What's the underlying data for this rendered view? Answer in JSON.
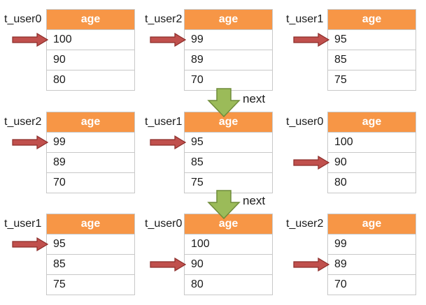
{
  "header": "age",
  "next_label": "next",
  "colors": {
    "header": "#f79646",
    "arrow_fill": "#c0504d",
    "arrow_stroke": "#8c2d2a",
    "down_fill": "#9bbb59",
    "down_stroke": "#6f8c3a"
  },
  "rows": [
    {
      "panels": [
        {
          "label": "t_user0",
          "values": [
            "100",
            "90",
            "80"
          ],
          "pointer": 0
        },
        {
          "label": "t_user2",
          "values": [
            "99",
            "89",
            "70"
          ],
          "pointer": 0
        },
        {
          "label": "t_user1",
          "values": [
            "95",
            "85",
            "75"
          ],
          "pointer": 0
        }
      ]
    },
    {
      "panels": [
        {
          "label": "t_user2",
          "values": [
            "99",
            "89",
            "70"
          ],
          "pointer": 0
        },
        {
          "label": "t_user1",
          "values": [
            "95",
            "85",
            "75"
          ],
          "pointer": 0
        },
        {
          "label": "t_user0",
          "values": [
            "100",
            "90",
            "80"
          ],
          "pointer": 1
        }
      ]
    },
    {
      "panels": [
        {
          "label": "t_user1",
          "values": [
            "95",
            "85",
            "75"
          ],
          "pointer": 0
        },
        {
          "label": "t_user0",
          "values": [
            "100",
            "90",
            "80"
          ],
          "pointer": 1
        },
        {
          "label": "t_user2",
          "values": [
            "99",
            "89",
            "70"
          ],
          "pointer": 1
        }
      ]
    }
  ]
}
